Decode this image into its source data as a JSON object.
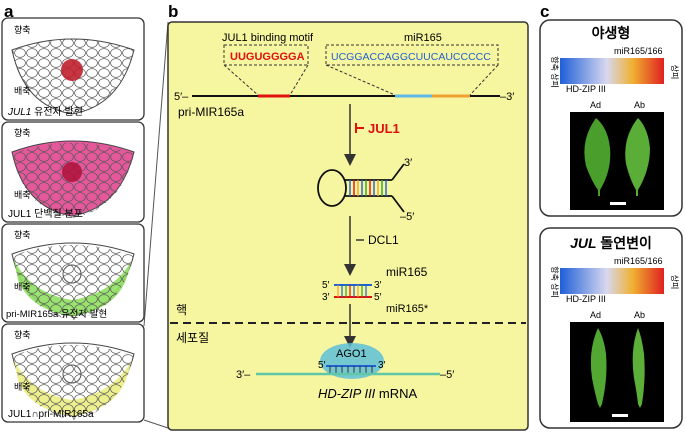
{
  "panels": {
    "a": "a",
    "b": "b",
    "c": "c"
  },
  "panel_a": [
    {
      "top": "향축",
      "bottom": "배축",
      "caption": "JUL1 유전자 발현",
      "cap_italic": "JUL1",
      "cap_rest": " 유전자 발현",
      "fill": "#c0202e"
    },
    {
      "top": "향축",
      "bottom": "배축",
      "caption": "JUL1 단백질 분포",
      "fill": "#e5589b"
    },
    {
      "top": "향축",
      "bottom": "배축",
      "caption": "pri-MIR165a 유전자 발현",
      "fill": "#8fe060"
    },
    {
      "top": "향축",
      "bottom": "배축",
      "caption": "JUL1∩pri-MIR165a",
      "fill": "#eef090"
    }
  ],
  "panel_b": {
    "motif_label": "JUL1 binding motif",
    "motif_seq": "UUGUGGGGA",
    "mir_label": "miR165",
    "mir_seq": "UCGGACCAGGCUUCAUCCCCC",
    "five": "5′–",
    "three": "–3′",
    "pri_label": "pri-MIR165a",
    "jul1": "JUL1",
    "hp3": "3′",
    "hp5": "–5′",
    "dcl1": "DCL1",
    "d5": "5′",
    "d3": "3′",
    "d3b": "3′",
    "d5b": "5′",
    "mir165": "miR165",
    "mir165star": "miR165*",
    "nucleus": "핵",
    "cytoplasm": "세포질",
    "ago1": "AGO1",
    "m3": "3′–",
    "m5": "–5′",
    "a5": "5′",
    "a3": "3′",
    "mrna_italic": "HD-ZIP III",
    "mrna_rest": " mRNA",
    "colors": {
      "panel_bg": "#f7f6a0",
      "red": "#e01010",
      "blue": "#2060d0",
      "green": "#60c8a8"
    }
  },
  "panel_c": [
    {
      "title": "야생형",
      "title_italic": "",
      "mir": "miR165/166",
      "hd": "HD-ZIP III",
      "left": "향축 상피",
      "right": "상피",
      "ad": "Ad",
      "ab": "Ab"
    },
    {
      "title": " 돌연변이",
      "title_italic": "JUL",
      "mir": "miR165/166",
      "hd": "HD-ZIP III",
      "left": "향축 상피",
      "right": "상피",
      "ad": "Ad",
      "ab": "Ab"
    }
  ]
}
